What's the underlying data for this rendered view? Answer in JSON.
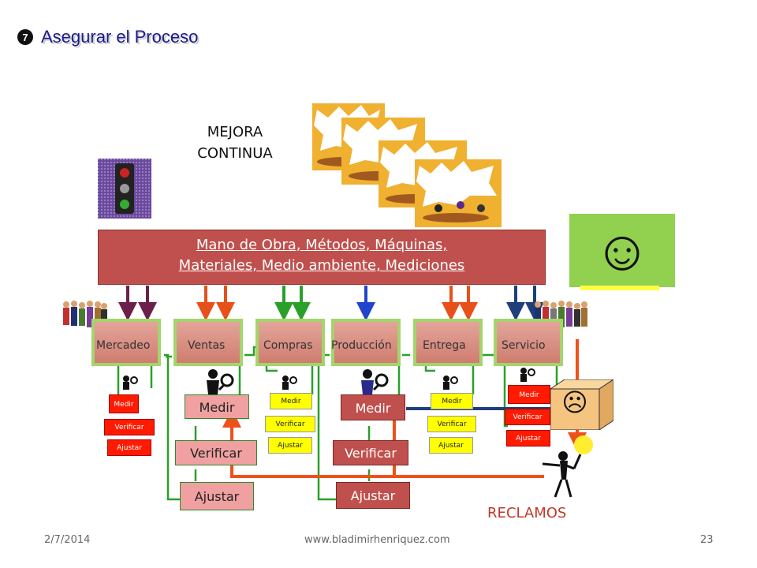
{
  "slide": {
    "title": "Asegurar el Proceso",
    "bullet_glyph": "7",
    "mejora_line1": "MEJORA",
    "mejora_line2": "CONTINUA",
    "factors_line1": "Mano de Obra, Métodos, Máquinas,",
    "factors_line2": "Materiales, Medio ambiente, Mediciones",
    "reclamos": "RECLAMOS"
  },
  "stages": [
    "Mercadeo",
    "Ventas",
    "Compras",
    "Producción",
    "Entrega",
    "Servicio"
  ],
  "checks": {
    "medir": "Medir",
    "verificar": "Verificar",
    "ajustar": "Ajustar"
  },
  "footer": {
    "date": "2/7/2014",
    "url": "www.bladimirhenriquez.com",
    "page": "23"
  },
  "icons": {
    "smile": "smiley-face-icon",
    "sad": "sad-face-icon",
    "traffic_light": "traffic-light-icon"
  },
  "colors": {
    "factors_box": "#c0504d",
    "smile_box": "#92d050",
    "stage_border": "#a4d46c",
    "title_text": "#1a1a8c",
    "reclamos_text": "#c0392b"
  }
}
